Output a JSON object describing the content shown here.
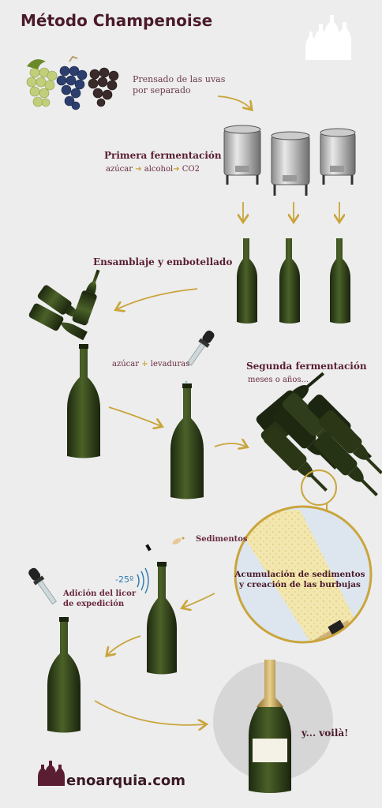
{
  "title": "Método Champenoise",
  "steps": {
    "pressing": "Prensado de las uvas por separado",
    "first_fermentation": "Primera fermentación",
    "first_ferm_formula": [
      "azúcar",
      "alcohol",
      "CO2"
    ],
    "assembly": "Ensamblaje y embotellado",
    "sugar": "azúcar",
    "yeast": "levaduras",
    "second_fermentation": "Segunda fermentación",
    "second_ferm_time": "meses o años...",
    "sediments": "Sedimentos",
    "sediment_accumulation": "Acumulación de sedimentos y creación de las burbujas",
    "temperature": "-25º",
    "liqueur": "Adición del licor de expedición",
    "voila": "y... voilà!"
  },
  "footer": {
    "brand": "enoarquia.com"
  },
  "colors": {
    "title": "#4a1a2a",
    "arrow": "#c9a53c",
    "bottle": "#2f3d1c",
    "magnifier": "#f3e7b0",
    "magnifier_bg": "#dde6ef"
  }
}
